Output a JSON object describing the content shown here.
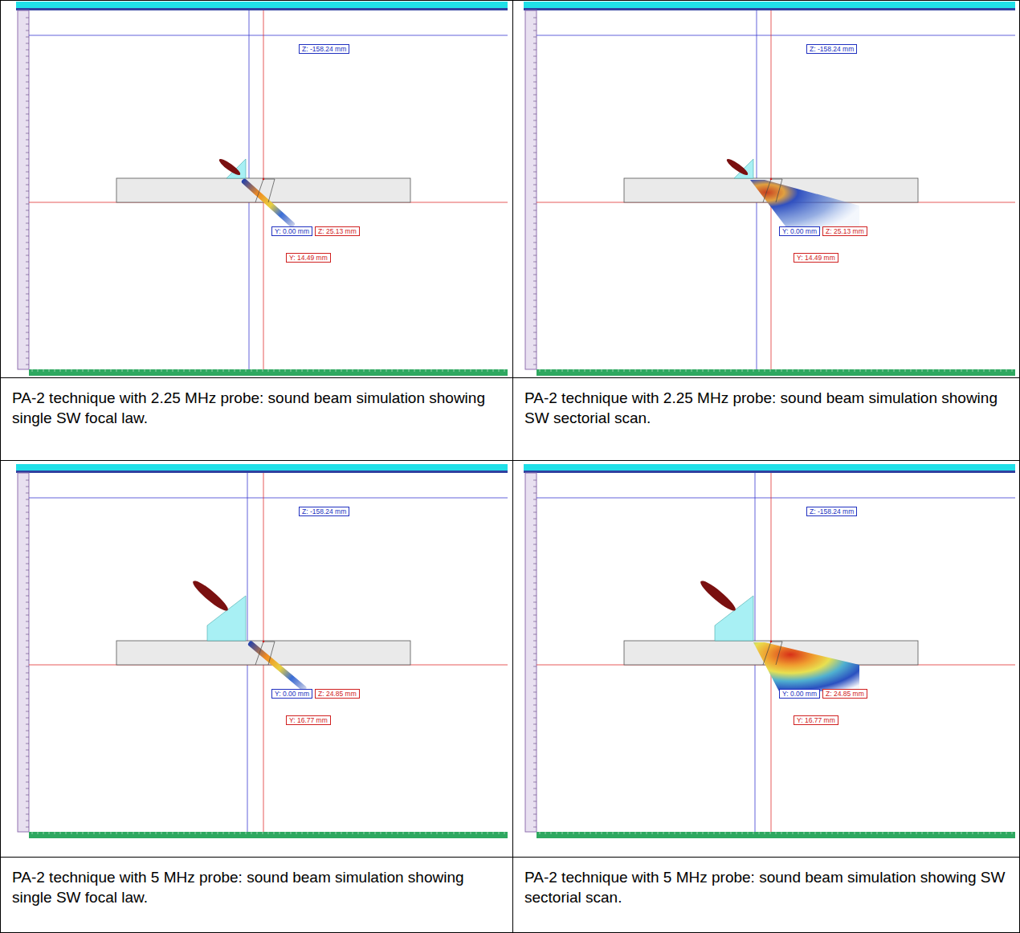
{
  "diagram": {
    "nodes": [
      {
        "text": [
          "PA-2 technique with 2.25 MHz probe: sound beam simulation showing single SW focal law."
        ]
      },
      {
        "text": [
          "PA-2 technique with 2.25 MHz probe: sound beam simulation showing SW sectorial scan."
        ]
      },
      {
        "text": [
          "PA-2 technique with 5 MHz probe: sound beam simulation showing single SW focal law."
        ]
      },
      {
        "text": [
          "PA-2 technique with 5 MHz probe: sound beam simulation showing SW sectorial scan."
        ]
      }
    ],
    "labels": [
      "Z: -158.24 mm",
      "Y: 0.00 mm",
      "Z: 25.13 mm",
      "Y: 14.49 mm",
      "Z: -158.24 mm",
      "Y: 0.00 mm",
      "Z: 25.13 mm",
      "Y: 14.49 mm",
      "Z: -158.24 mm",
      "Y: 0.00 mm",
      "Z: 24.85 mm",
      "Y: 16.77 mm",
      "Z: -158.24 mm",
      "Y: 0.00 mm",
      "Z: 24.85 mm",
      "Y: 16.77 mm"
    ]
  }
}
